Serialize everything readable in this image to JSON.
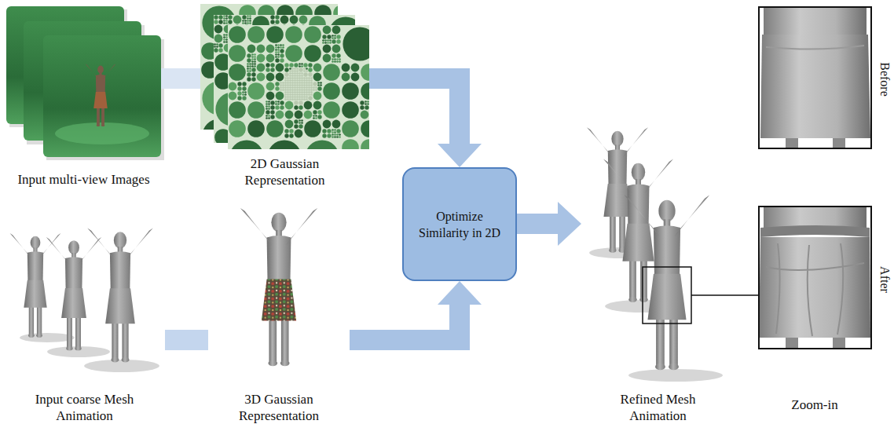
{
  "diagram": {
    "nodes": [
      {
        "text": [
          "Input multi-view Images"
        ]
      },
      {
        "text": [
          "2D Gaussian Representation"
        ]
      },
      {
        "text": [
          "Optimize Similarity in 2D"
        ]
      },
      {
        "text": [
          "Input coarse Mesh Animation"
        ]
      },
      {
        "text": [
          "3D Gaussian Representation"
        ]
      },
      {
        "text": [
          "Refined Mesh Animation"
        ]
      },
      {
        "text": [
          "Before"
        ]
      },
      {
        "text": [
          "After"
        ]
      }
    ],
    "edges": [
      {
        "from": 0,
        "to": 1,
        "arrow": "none"
      },
      {
        "from": 1,
        "to": 2,
        "arrow": "to"
      },
      {
        "from": 3,
        "to": 4,
        "arrow": "none"
      },
      {
        "from": 4,
        "to": 2,
        "arrow": "to"
      },
      {
        "from": 2,
        "to": 5,
        "arrow": "to"
      },
      {
        "from": 5,
        "to": 7,
        "arrow": "none"
      }
    ],
    "labels": [
      "Zoom-in"
    ]
  }
}
